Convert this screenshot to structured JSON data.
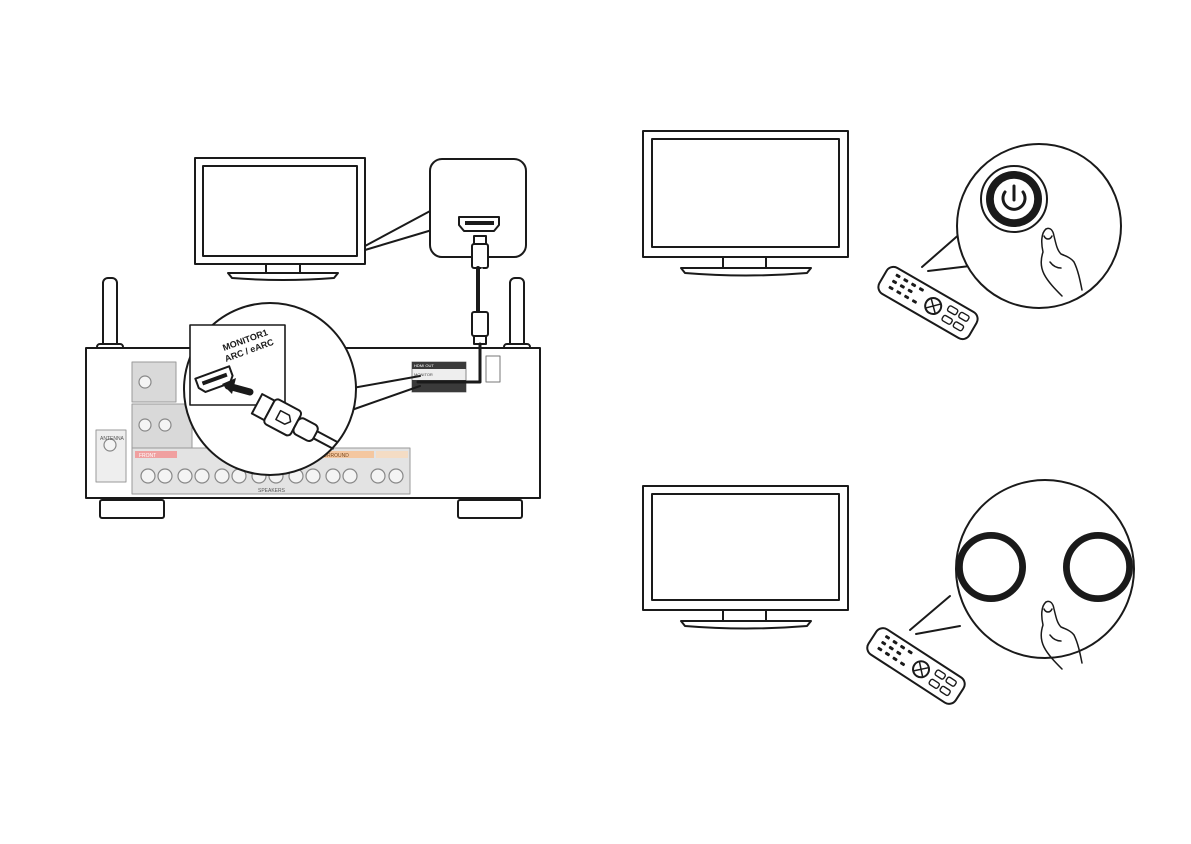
{
  "colors": {
    "line": "#1a1a1a",
    "panel_shade": "#d9d9d9",
    "panel_light": "#eeeeee",
    "label_red": "#f0a0a0",
    "label_orange": "#f4c7a0",
    "label_dark": "#3a3a3a",
    "background": "#ffffff"
  },
  "connection_callout": {
    "jack_label_line1": "MONITOR1",
    "jack_label_line2": "ARC / eARC"
  },
  "receiver_panel": {
    "antenna_label": "ANTENNA",
    "speakers_label": "SPEAKERS",
    "front_label": "FRONT",
    "surround_label": "SURROUND",
    "hdmi_out_label": "HDMI OUT",
    "monitor_label": "MONITOR"
  },
  "icons": {
    "hdmi_port": "hdmi-port-icon",
    "hdmi_plug": "hdmi-plug-icon",
    "power_button": "power-icon",
    "remote": "remote-control-icon",
    "hand": "pointing-hand-icon",
    "tv": "television-icon",
    "receiver": "av-receiver-icon",
    "antenna": "antenna-icon"
  },
  "steps": [
    {
      "id": "connect"
    },
    {
      "id": "power-on"
    },
    {
      "id": "select-input"
    }
  ]
}
